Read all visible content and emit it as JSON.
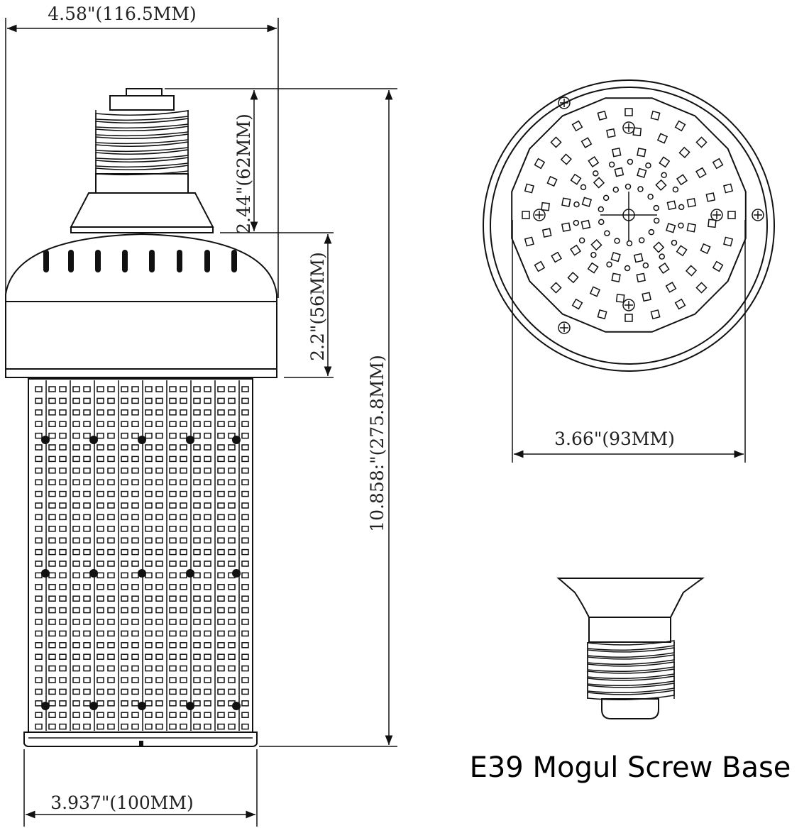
{
  "dimensions": {
    "top_width": "4.58\"(116.5MM)",
    "base_height": "2.44\"(62MM)",
    "head_height": "2.2\"(56MM)",
    "total_height": "10.858:\"(275.8MM)",
    "body_width": "3.937\"(100MM)",
    "top_view_width": "3.66\"(93MM)"
  },
  "caption": "E39 Mogul Screw Base"
}
